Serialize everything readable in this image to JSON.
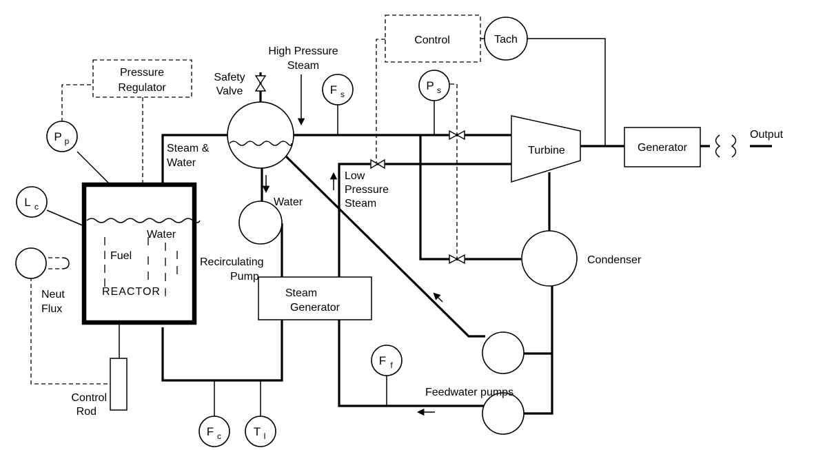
{
  "labels": {
    "pressure_regulator": [
      "Pressure",
      "Regulator"
    ],
    "safety_valve": [
      "Safety",
      "Valve"
    ],
    "high_pressure_steam": [
      "High Pressure",
      "Steam"
    ],
    "control": "Control",
    "tach": "Tach",
    "steam_water": [
      "Steam &",
      "Water"
    ],
    "water_drum_out": "Water",
    "reactor_water": "Water",
    "fuel": "Fuel",
    "reactor": "REACTOR",
    "neut_flux": [
      "Neut",
      "Flux"
    ],
    "control_rod": [
      "Control",
      "Rod"
    ],
    "recirculating_pump": [
      "Recirculating",
      "Pump"
    ],
    "steam_generator": [
      "Steam",
      "Generator"
    ],
    "low_pressure_steam": [
      "Low",
      "Pressure",
      "Steam"
    ],
    "turbine": "Turbine",
    "generator": "Generator",
    "output": "Output",
    "condenser": "Condenser",
    "feedwater_pumps": "Feedwater pumps"
  },
  "instruments": {
    "pp": {
      "main": "P",
      "sub": "p"
    },
    "lc": {
      "main": "L",
      "sub": "c"
    },
    "fs": {
      "main": "F",
      "sub": "s"
    },
    "ps": {
      "main": "P",
      "sub": "s"
    },
    "ff": {
      "main": "F",
      "sub": "f"
    },
    "fc": {
      "main": "F",
      "sub": "c"
    },
    "ti": {
      "main": "T",
      "sub": "I"
    }
  }
}
